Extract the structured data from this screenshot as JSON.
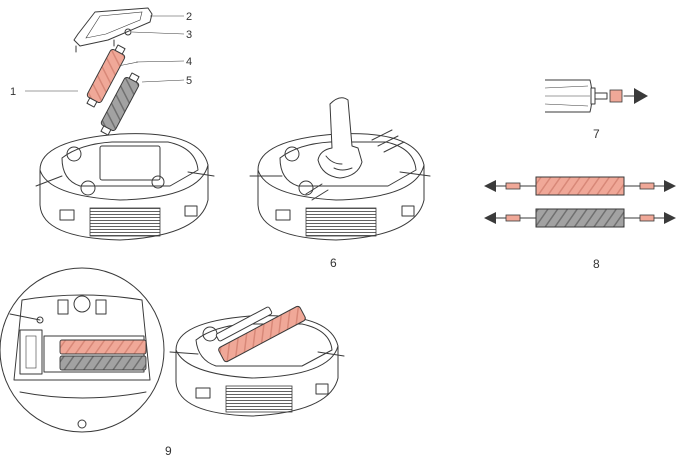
{
  "colors": {
    "outline": "#3a3a3a",
    "main_brush": "#f0a898",
    "main_brush_stripe": "#d88878",
    "secondary_brush": "#9c9c9c",
    "secondary_brush_stripe": "#6e6e6e"
  },
  "callouts": [
    "1",
    "2",
    "3",
    "4",
    "5"
  ],
  "steps": [
    "6",
    "7",
    "8",
    "9"
  ]
}
